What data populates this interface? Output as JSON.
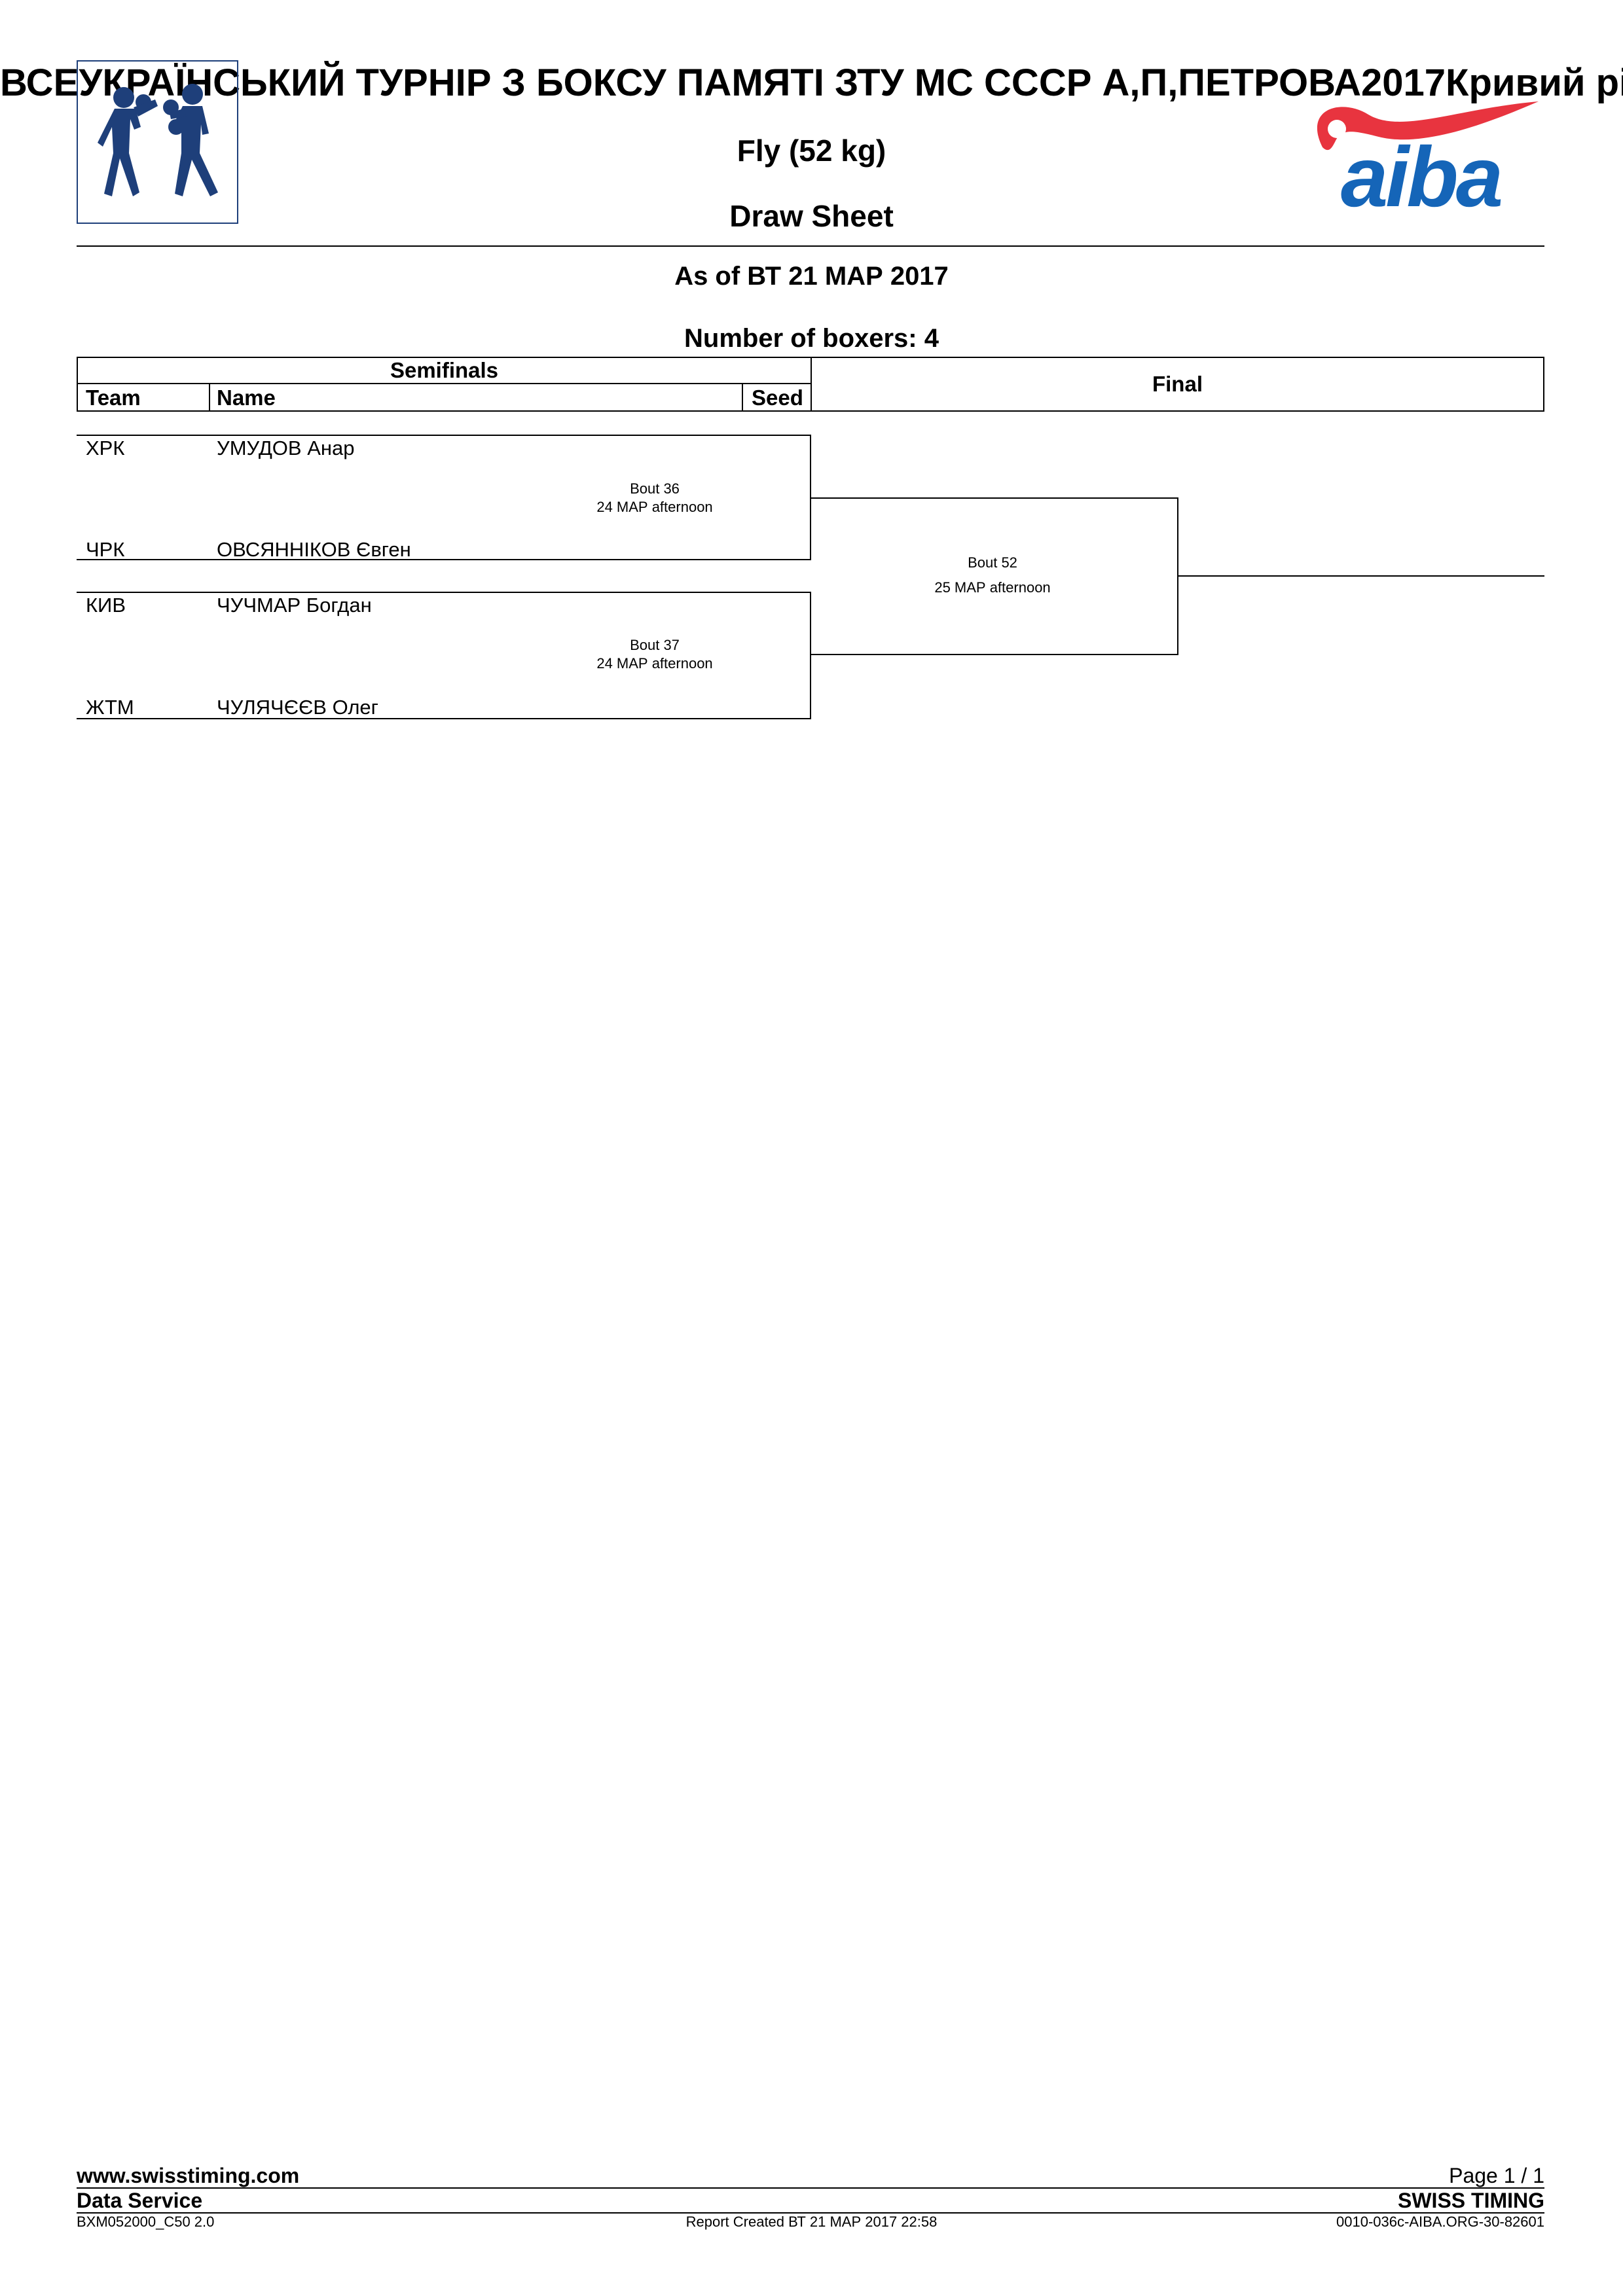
{
  "header": {
    "tournament": "ВСЕУКРАЇНСЬКИЙ ТУРНІР З БОКСУ ПАМЯТІ ЗТУ МС СССР А,П,ПЕТРОВА2017Кривий рі",
    "weight_class": "Fly (52 kg)",
    "document_type": "Draw Sheet",
    "as_of": "As of ВТ 21 МАР 2017",
    "boxer_count": "Number of boxers: 4",
    "right_logo_text": "aiba"
  },
  "table_header": {
    "semifinals": "Semifinals",
    "team": "Team",
    "name": "Name",
    "seed": "Seed",
    "final": "Final"
  },
  "bouts": [
    {
      "bout_label": "Bout 36",
      "bout_time": "24 МАР afternoon",
      "corners": [
        {
          "team": "ХРК",
          "name": "УМУДОВ Анар"
        },
        {
          "team": "ЧРК",
          "name": "ОВСЯННІКОВ Євген"
        }
      ]
    },
    {
      "bout_label": "Bout 37",
      "bout_time": "24 МАР afternoon",
      "corners": [
        {
          "team": "КИВ",
          "name": "ЧУЧМАР Богдан"
        },
        {
          "team": "ЖТМ",
          "name": "ЧУЛЯЧЄЄВ Олег"
        }
      ]
    }
  ],
  "final_bout": {
    "bout_label": "Bout 52",
    "bout_time": "25 МАР afternoon"
  },
  "footer": {
    "website": "www.swisstiming.com",
    "page": "Page 1 / 1",
    "service": "Data Service",
    "brand": "SWISS TIMING",
    "report_code": "BXM052000_C50 2.0",
    "report_created": "Report Created  ВТ 21 МАР 2017 22:58",
    "doc_id": "0010-036c-AIBA.ORG-30-82601"
  },
  "colors": {
    "aiba_blue": "#1565b8",
    "aiba_red": "#e8343f",
    "boxer_navy": "#1e3f7a"
  }
}
